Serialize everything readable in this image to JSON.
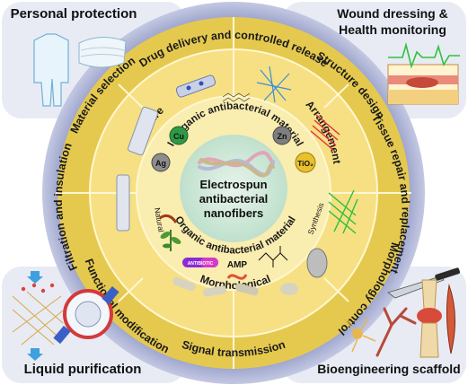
{
  "corners": {
    "top_left": "Personal protection",
    "top_right": "Wound dressing &\nHealth monitoring",
    "bottom_left": "Liquid purification",
    "bottom_right": "Bioengineering scaffold"
  },
  "outer_ring": {
    "material_selection": "Material selection",
    "drug_delivery": "Drug delivery and controlled release",
    "structure_design": "Structure design",
    "tissue_repair": "Tissue repair and replacement",
    "morphology_control": "Morphology control",
    "signal_transmission": "Signal transmission",
    "functional_modification": "Functional modification",
    "filtration": "Filtration and insulation"
  },
  "middle_ring": {
    "structure": "Structure",
    "arrangement": "Arrangement",
    "natural": "Natural",
    "synthesis": "Synthesis",
    "morphological": "Morphological"
  },
  "inner_ring": {
    "inorganic": "Inorganic antibacterial material",
    "organic": "Organic antibacterial material",
    "cu": "Cu",
    "zn": "Zn",
    "ag": "Ag",
    "tio2": "TiO₂",
    "antibiotic": "ANTIBIOTIC",
    "amp": "AMP"
  },
  "center": {
    "line1": "Electrospun",
    "line2": "antibacterial",
    "line3": "nanofibers"
  },
  "colors": {
    "outer_ring": "#e5c94f",
    "outer_band": "#7e86b4",
    "middle_ring": "#f6e083",
    "inner_ring": "#faedb0",
    "center": "#c5e4d2",
    "corner_bg": "#e8ebf4"
  }
}
